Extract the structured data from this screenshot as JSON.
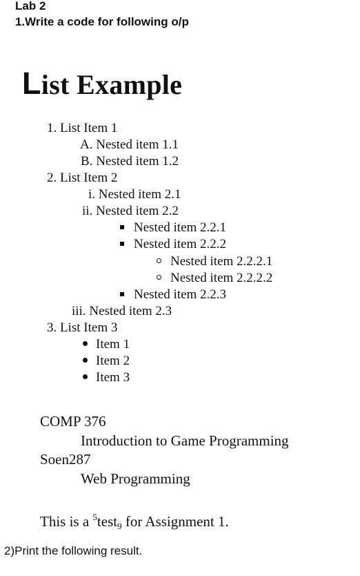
{
  "header": {
    "lab_title": "Lab 2",
    "task_1": "1.Write a code for following o/p"
  },
  "heading": {
    "first_letter": "L",
    "rest": "ist Example"
  },
  "list": {
    "items": [
      {
        "marker": "1.",
        "label": "List Item 1"
      },
      {
        "marker": "A.",
        "label": "Nested item 1.1"
      },
      {
        "marker": "B.",
        "label": "Nested item 1.2"
      },
      {
        "marker": "2.",
        "label": "List Item 2"
      },
      {
        "marker": "i.",
        "label": "Nested item 2.1"
      },
      {
        "marker": "ii.",
        "label": "Nested item 2.2"
      },
      {
        "marker": "square",
        "label": "Nested item 2.2.1"
      },
      {
        "marker": "square",
        "label": "Nested item 2.2.2"
      },
      {
        "marker": "circle",
        "label": "Nested item 2.2.2.1"
      },
      {
        "marker": "circle",
        "label": "Nested item 2.2.2.2"
      },
      {
        "marker": "square",
        "label": "Nested item 2.2.3"
      },
      {
        "marker": "iii.",
        "label": "Nested item 2.3"
      },
      {
        "marker": "3.",
        "label": "List Item 3"
      },
      {
        "marker": "disc",
        "label": "Item 1"
      },
      {
        "marker": "disc",
        "label": "Item 2"
      },
      {
        "marker": "disc",
        "label": "Item 3"
      }
    ]
  },
  "definitions": [
    {
      "term": "COMP 376",
      "description": "Introduction to Game Programming"
    },
    {
      "term": "Soen287",
      "description": "Web Programming"
    }
  ],
  "paragraph": {
    "before": "This is a ",
    "sup": "5",
    "word": "test",
    "sub": "9",
    "after": " for Assignment 1."
  },
  "footer": {
    "task_2": "2)Print the following result."
  }
}
